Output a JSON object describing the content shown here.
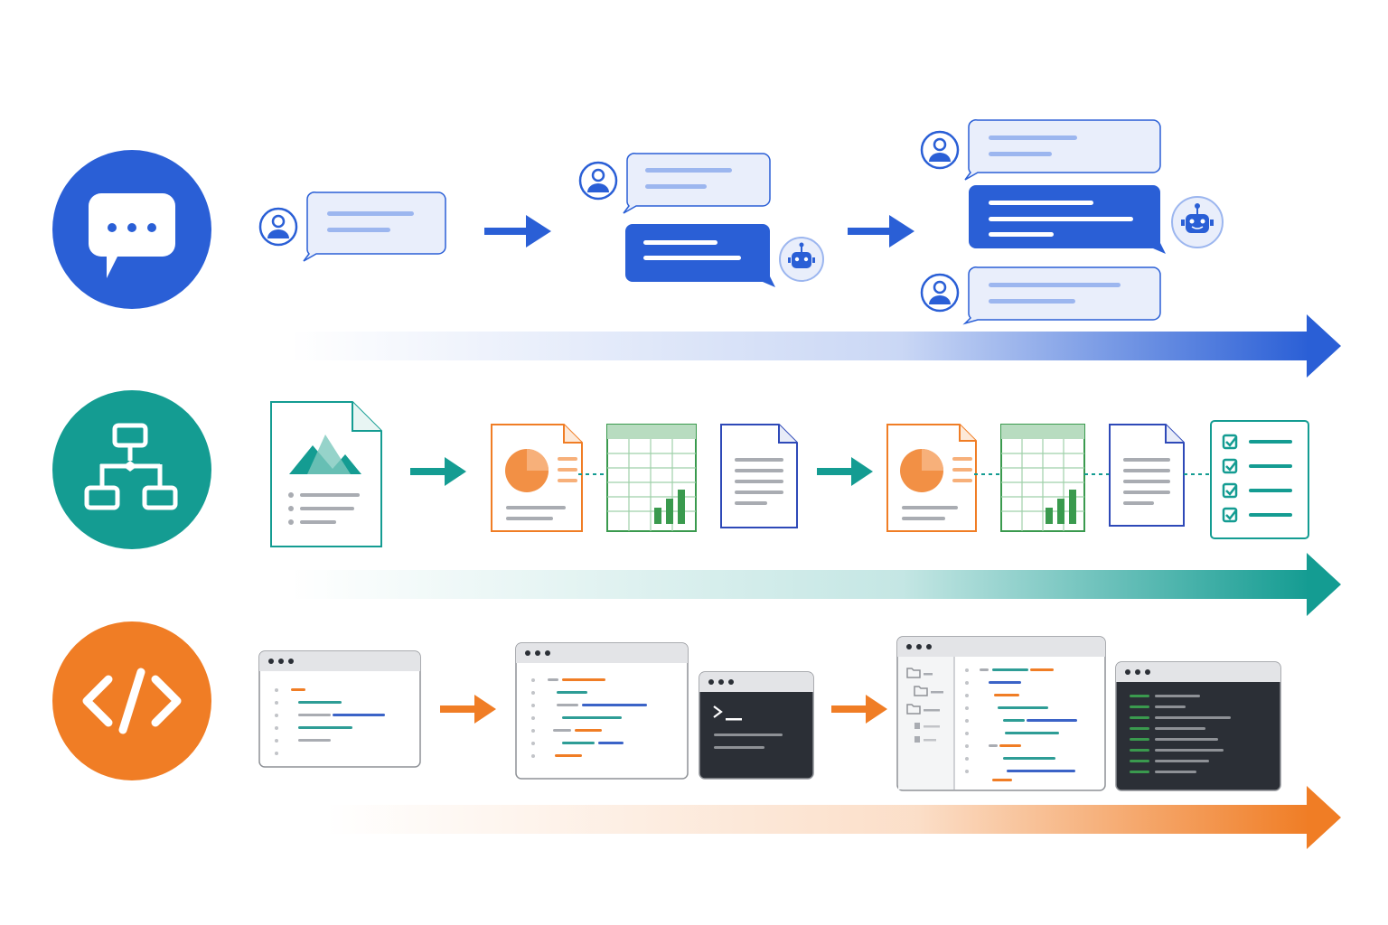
{
  "colors": {
    "blue": "#2a5fd6",
    "blue_light": "#e9eefb",
    "blue_line": "#9cb6ef",
    "teal": "#149c92",
    "teal_light": "#7cc8bd",
    "orange": "#f07d25",
    "orange_light": "#f7b07a",
    "green": "#3a9a4e",
    "navy": "#2e49b8",
    "terminal_bg": "#2b2f36",
    "window_bar": "#e3e4e7",
    "gray": "#a9acb2",
    "white": "#ffffff"
  },
  "rows": [
    {
      "id": "conversation",
      "icon": "chat-bubble-icon",
      "color": "blue",
      "stages": [
        [
          "user"
        ],
        [
          "user",
          "assistant"
        ],
        [
          "user",
          "assistant",
          "user"
        ]
      ]
    },
    {
      "id": "workflow",
      "icon": "flowchart-icon",
      "color": "teal",
      "stages": [
        [
          "image-document"
        ],
        [
          "presentation",
          "spreadsheet",
          "text-document"
        ],
        [
          "presentation",
          "spreadsheet",
          "text-document",
          "checklist"
        ]
      ]
    },
    {
      "id": "coding",
      "icon": "code-brackets-icon",
      "color": "orange",
      "stages": [
        [
          "code-editor"
        ],
        [
          "code-editor",
          "terminal"
        ],
        [
          "ide-with-file-tree",
          "terminal-output"
        ]
      ]
    }
  ]
}
